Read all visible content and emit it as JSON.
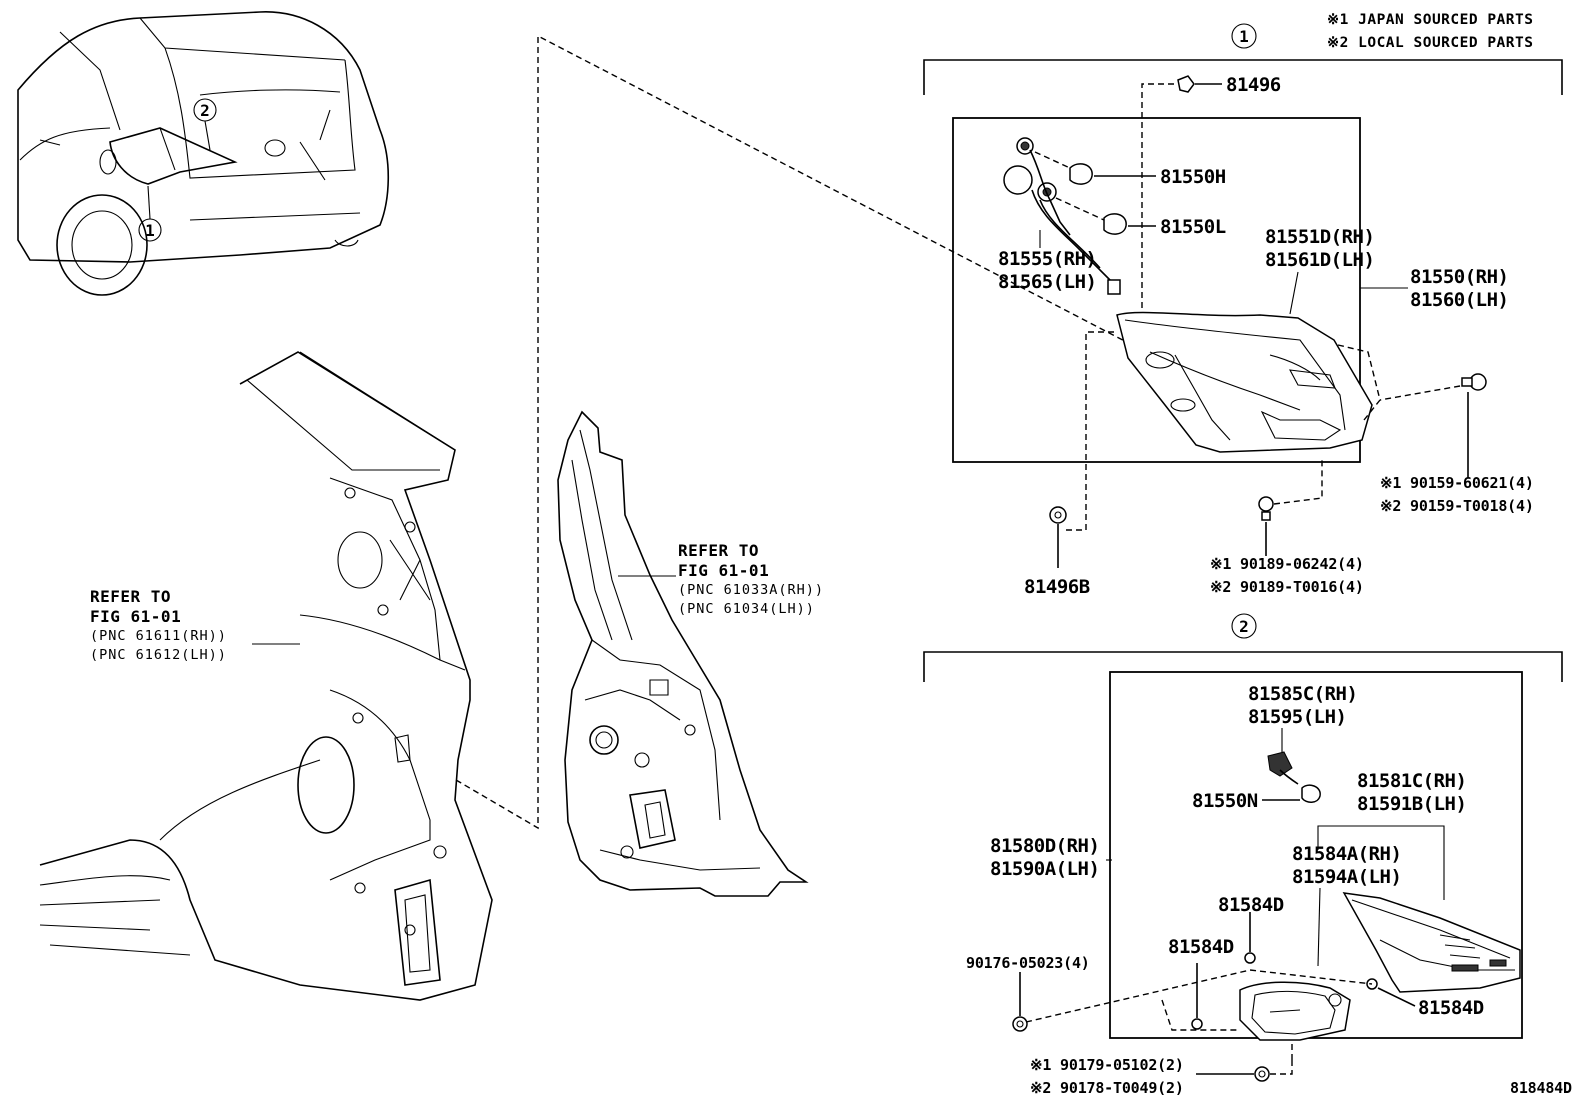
{
  "legend": {
    "japan": "※1 JAPAN SOURCED PARTS",
    "local": "※2 LOCAL SOURCED PARTS"
  },
  "callouts": {
    "one": "1",
    "two": "2"
  },
  "figure_id": "818484D",
  "refer_quarter": {
    "line1": "REFER TO",
    "line2": "FIG 61-01",
    "line3": "(PNC 61611(RH))",
    "line4": "(PNC 61612(LH))"
  },
  "refer_pillar": {
    "line1": "REFER TO",
    "line2": "FIG 61-01",
    "line3": "(PNC 61033A(RH))",
    "line4": "(PNC 61034(LH))"
  },
  "group1": {
    "p81496": "81496",
    "p81550H": "81550H",
    "p81550L": "81550L",
    "p81555": "81555(RH)",
    "p81565": "81565(LH)",
    "p81551D": "81551D(RH)",
    "p81561D": "81561D(LH)",
    "p81550": "81550(RH)",
    "p81560": "81560(LH)",
    "screw1_j": "※1 90159-60621(4)",
    "screw1_l": "※2 90159-T0018(4)",
    "nut1_j": "※1 90189-06242(4)",
    "nut1_l": "※2 90189-T0016(4)",
    "p81496B": "81496B"
  },
  "group2": {
    "p81585C": "81585C(RH)",
    "p81595": "81595(LH)",
    "p81550N": "81550N",
    "p81581C": "81581C(RH)",
    "p81591B": "81591B(LH)",
    "p81580D": "81580D(RH)",
    "p81590A": "81590A(LH)",
    "p81584A": "81584A(RH)",
    "p81594A": "81594A(LH)",
    "p81584D_a": "81584D",
    "p81584D_b": "81584D",
    "p81584D_c": "81584D",
    "screw2": "90176-05023(4)",
    "nut2_j": "※1 90179-05102(2)",
    "nut2_l": "※2 90178-T0049(2)"
  }
}
